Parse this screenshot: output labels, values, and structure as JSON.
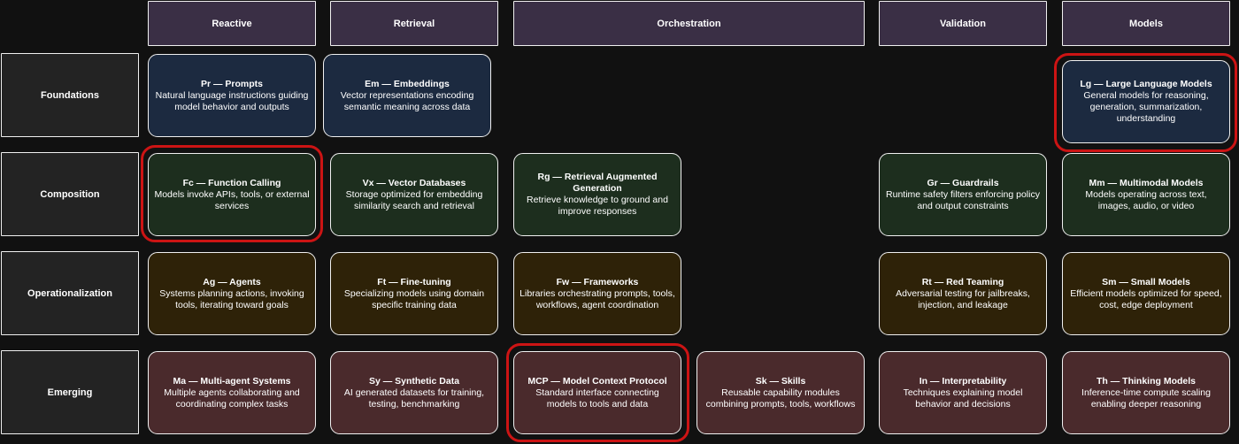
{
  "columns": [
    {
      "label": "Reactive"
    },
    {
      "label": "Retrieval"
    },
    {
      "label": "Orchestration"
    },
    {
      "label": "Validation"
    },
    {
      "label": "Models"
    }
  ],
  "rows": [
    {
      "label": "Foundations"
    },
    {
      "label": "Composition"
    },
    {
      "label": "Operationalization"
    },
    {
      "label": "Emerging"
    }
  ],
  "cells": {
    "pr": {
      "title": "Pr — Prompts",
      "desc": "Natural language instructions guiding model behavior and outputs"
    },
    "em": {
      "title": "Em — Embeddings",
      "desc": "Vector representations encoding semantic meaning across data"
    },
    "lg": {
      "title": "Lg — Large Language Models",
      "desc": "General models for reasoning, generation, summarization, understanding",
      "highlighted": true
    },
    "fc": {
      "title": "Fc — Function Calling",
      "desc": "Models invoke APIs, tools, or external services",
      "highlighted": true
    },
    "vx": {
      "title": "Vx — Vector Databases",
      "desc": "Storage optimized for embedding similarity search and retrieval"
    },
    "rg": {
      "title": "Rg — Retrieval Augmented Generation",
      "desc": "Retrieve knowledge to ground and improve responses"
    },
    "gr": {
      "title": "Gr — Guardrails",
      "desc": "Runtime safety filters enforcing policy and output constraints"
    },
    "mm": {
      "title": "Mm — Multimodal Models",
      "desc": "Models operating across text, images, audio, or video"
    },
    "ag": {
      "title": "Ag — Agents",
      "desc": "Systems planning actions, invoking tools, iterating toward goals"
    },
    "ft": {
      "title": "Ft — Fine-tuning",
      "desc": "Specializing models using domain specific training data"
    },
    "fw": {
      "title": "Fw — Frameworks",
      "desc": "Libraries orchestrating prompts, tools, workflows, agent coordination"
    },
    "rt": {
      "title": "Rt — Red Teaming",
      "desc": "Adversarial testing for jailbreaks, injection, and leakage"
    },
    "sm": {
      "title": "Sm — Small Models",
      "desc": "Efficient models optimized for speed, cost, edge deployment"
    },
    "ma": {
      "title": "Ma — Multi-agent Systems",
      "desc": "Multiple agents collaborating and coordinating complex tasks"
    },
    "sy": {
      "title": "Sy — Synthetic Data",
      "desc": "AI generated datasets for training, testing, benchmarking"
    },
    "mcp": {
      "title": "MCP — Model Context Protocol",
      "desc": "Standard interface connecting models to tools and data",
      "highlighted": true
    },
    "sk": {
      "title": "Sk — Skills",
      "desc": "Reusable capability modules combining prompts, tools, workflows"
    },
    "in": {
      "title": "In — Interpretability",
      "desc": "Techniques explaining model behavior and decisions"
    },
    "th": {
      "title": "Th — Thinking Models",
      "desc": "Inference-time compute scaling enabling deeper reasoning"
    }
  },
  "colors": {
    "background": "#111111",
    "column_header": "#3a2f45",
    "row_header": "#232323",
    "foundations": "#1c2a40",
    "composition": "#1d2e1e",
    "operationalization": "#2e2208",
    "emerging": "#4a2a2c",
    "highlight": "#cc1414"
  }
}
